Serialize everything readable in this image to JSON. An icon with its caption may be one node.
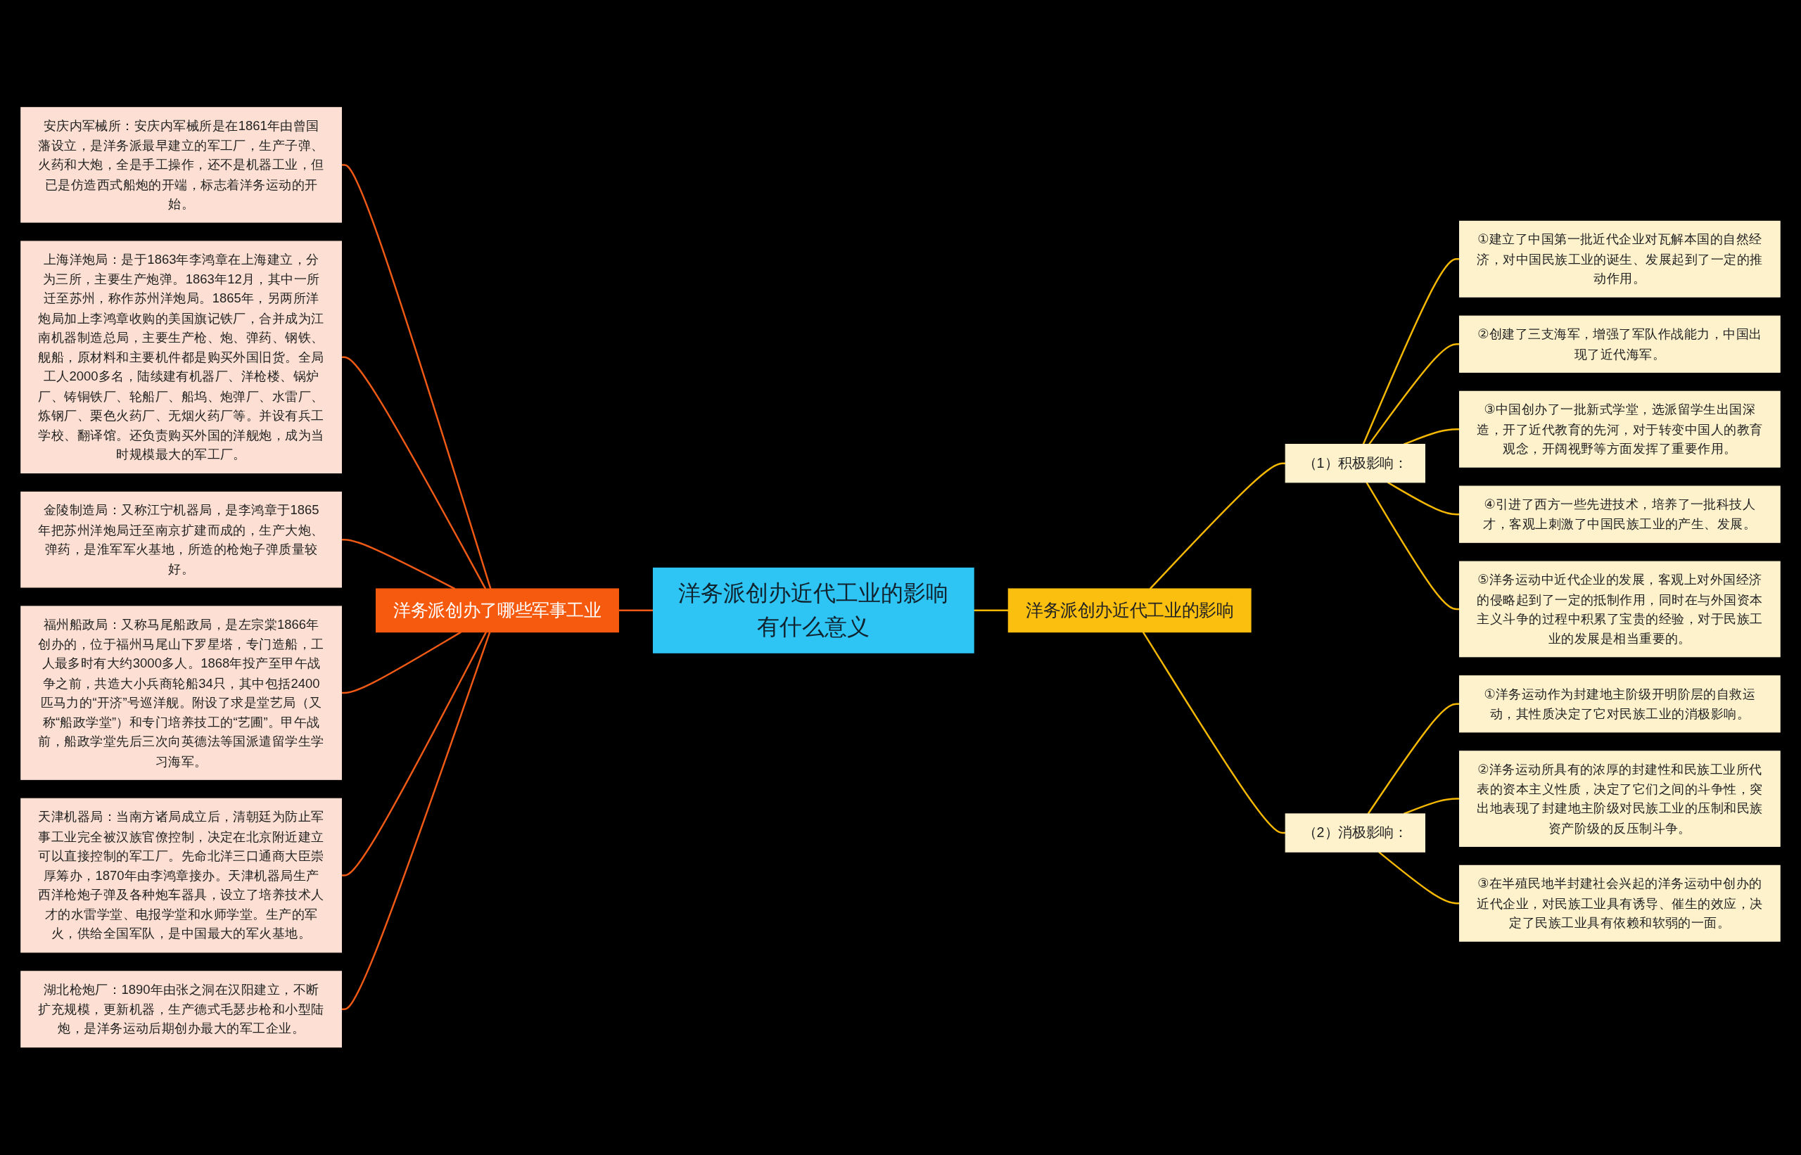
{
  "diagram": {
    "nodes": [
      {
        "text": [
          "洋务派创办近代工业的影响有什么意义"
        ]
      },
      {
        "text": [
          "洋务派创办了哪些军事工业"
        ]
      },
      {
        "text": [
          "安庆内军械所：安庆内军械所是在1861年由曾国藩设立，是洋务派最早建立的军工厂，生产子弹、火药和大炮，全是手工操作，还不是机器工业，但已是仿造西式船炮的开端，标志着洋务运动的开始。"
        ]
      },
      {
        "text": [
          "上海洋炮局：是于1863年李鸿章在上海建立，分为三所，主要生产炮弹。1863年12月，其中一所迁至苏州，称作苏州洋炮局。1865年，另两所洋炮局加上李鸿章收购的美国旗记铁厂，合并成为江南机器制造总局，主要生产枪、炮、弹药、钢铁、舰船，原材料和主要机件都是购买外国旧货。全局工人2000多名，陆续建有机器厂、洋枪楼、锅炉厂、铸铜铁厂、轮船厂、船坞、炮弹厂、水雷厂、炼钢厂、栗色火药厂、无烟火药厂等。并设有兵工学校、翻译馆。还负责购买外国的洋舰炮，成为当时规模最大的军工厂。"
        ]
      },
      {
        "text": [
          "金陵制造局：又称江宁机器局，是李鸿章于1865年把苏州洋炮局迁至南京扩建而成的，生产大炮、弹药，是淮军军火基地，所造的枪炮子弹质量较好。"
        ]
      },
      {
        "text": [
          "福州船政局：又称马尾船政局，是左宗棠1866年创办的，位于福州马尾山下罗星塔，专门造船，工人最多时有大约3000多人。1868年投产至甲午战争之前，共造大小兵商轮船34只，其中包括2400匹马力的“开济”号巡洋舰。附设了求是堂艺局（又称“船政学堂”）和专门培养技工的“艺圃”。甲午战前，船政学堂先后三次向英德法等国派遣留学生学习海军。"
        ]
      },
      {
        "text": [
          "天津机器局：当南方诸局成立后，清朝廷为防止军事工业完全被汉族官僚控制，决定在北京附近建立可以直接控制的军工厂。先命北洋三口通商大臣崇厚筹办，1870年由李鸿章接办。天津机器局生产西洋枪炮子弹及各种炮车器具，设立了培养技术人才的水雷学堂、电报学堂和水师学堂。生产的军火，供给全国军队，是中国最大的军火基地。"
        ]
      },
      {
        "text": [
          "湖北枪炮厂：1890年由张之洞在汉阳建立，不断扩充规模，更新机器，生产德式毛瑟步枪和小型陆炮，是洋务运动后期创办最大的军工企业。"
        ]
      },
      {
        "text": [
          "洋务派创办近代工业的影响"
        ]
      },
      {
        "text": [
          "（1）积极影响："
        ]
      },
      {
        "text": [
          "①建立了中国第一批近代企业对瓦解本国的自然经济，对中国民族工业的诞生、发展起到了一定的推动作用。"
        ]
      },
      {
        "text": [
          "②创建了三支海军，增强了军队作战能力，中国出现了近代海军。"
        ]
      },
      {
        "text": [
          "③中国创办了一批新式学堂，选派留学生出国深造，开了近代教育的先河，对于转变中国人的教育观念，开阔视野等方面发挥了重要作用。"
        ]
      },
      {
        "text": [
          "④引进了西方一些先进技术，培养了一批科技人才，客观上刺激了中国民族工业的产生、发展。"
        ]
      },
      {
        "text": [
          "⑤洋务运动中近代企业的发展，客观上对外国经济的侵略起到了一定的抵制作用，同时在与外国资本主义斗争的过程中积累了宝贵的经验，对于民族工业的发展是相当重要的。"
        ]
      },
      {
        "text": [
          "（2）消极影响："
        ]
      },
      {
        "text": [
          "①洋务运动作为封建地主阶级开明阶层的自救运动，其性质决定了它对民族工业的消极影响。"
        ]
      },
      {
        "text": [
          "②洋务运动所具有的浓厚的封建性和民族工业所代表的资本主义性质，决定了它们之间的斗争性，突出地表现了封建地主阶级对民族工业的压制和民族资产阶级的反压制斗争。"
        ]
      },
      {
        "text": [
          "③在半殖民地半封建社会兴起的洋务运动中创办的近代企业，对民族工业具有诱导、催生的效应，决定了民族工业具有依赖和软弱的一面。"
        ]
      }
    ],
    "edges": [
      {
        "from": 0,
        "to": 1,
        "arrow": "none",
        "color": "#f05a14"
      },
      {
        "from": 1,
        "to": 2,
        "arrow": "none",
        "color": "#f05a14"
      },
      {
        "from": 1,
        "to": 3,
        "arrow": "none",
        "color": "#f05a14"
      },
      {
        "from": 1,
        "to": 4,
        "arrow": "none",
        "color": "#f05a14"
      },
      {
        "from": 1,
        "to": 5,
        "arrow": "none",
        "color": "#f05a14"
      },
      {
        "from": 1,
        "to": 6,
        "arrow": "none",
        "color": "#f05a14"
      },
      {
        "from": 1,
        "to": 7,
        "arrow": "none",
        "color": "#f05a14"
      },
      {
        "from": 0,
        "to": 8,
        "arrow": "none"
      },
      {
        "from": 8,
        "to": 9,
        "arrow": "none"
      },
      {
        "from": 9,
        "to": 10,
        "arrow": "none"
      },
      {
        "from": 9,
        "to": 11,
        "arrow": "none"
      },
      {
        "from": 9,
        "to": 12,
        "arrow": "none"
      },
      {
        "from": 9,
        "to": 13,
        "arrow": "none"
      },
      {
        "from": 9,
        "to": 14,
        "arrow": "none"
      },
      {
        "from": 8,
        "to": 15,
        "arrow": "none"
      },
      {
        "from": 15,
        "to": 16,
        "arrow": "none"
      },
      {
        "from": 15,
        "to": 17,
        "arrow": "none"
      },
      {
        "from": 15,
        "to": 18,
        "arrow": "none"
      }
    ]
  }
}
